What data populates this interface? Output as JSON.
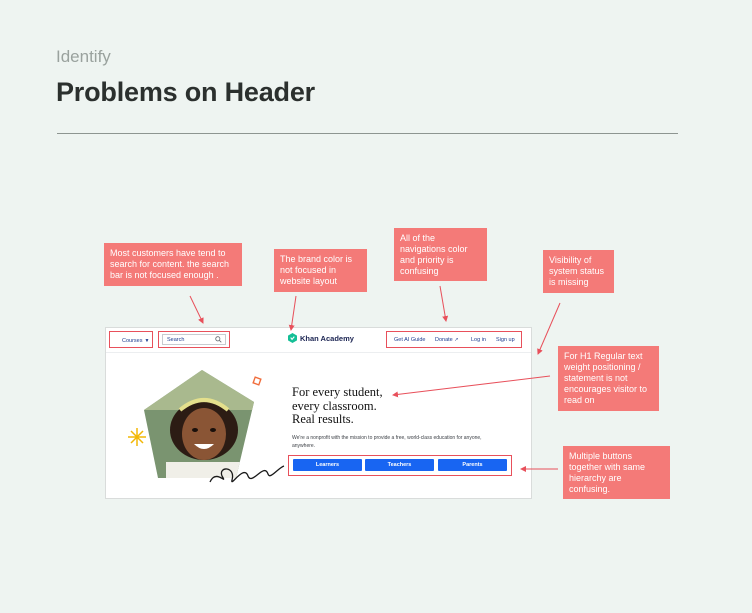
{
  "page": {
    "eyebrow": "Identify",
    "title": "Problems on Header"
  },
  "annotations": [
    "Most customers have tend to search for content. the search bar is not focused enough .",
    "The brand color is not focused in website layout",
    "All of the navigations color and priority is confusing",
    "Visibility of system status is missing",
    "For H1  Regular text weight positioning / statement is not encourages visitor to read on",
    "Multiple buttons together with same hierarchy are confusing."
  ],
  "site": {
    "courses_label": "Courses",
    "search_placeholder": "Search",
    "logo_name": "Khan Academy",
    "nav": {
      "ai_guide": "Get AI Guide",
      "donate": "Donate",
      "login": "Log in",
      "signup": "Sign up"
    },
    "hero": {
      "line1": "For every student,",
      "line2": "every classroom.",
      "line3": "Real results.",
      "subtext": "We're a nonprofit with the mission to provide a free, world-class education for anyone, anywhere."
    },
    "buttons": {
      "learners": "Learners",
      "teachers": "Teachers",
      "parents": "Parents"
    }
  },
  "colors": {
    "background": "#eef4f1",
    "note": "#f47a78",
    "highlight": "#e8505b",
    "primary_button": "#1865f2",
    "brand_green": "#14bf96",
    "navy": "#1b3a8f"
  }
}
